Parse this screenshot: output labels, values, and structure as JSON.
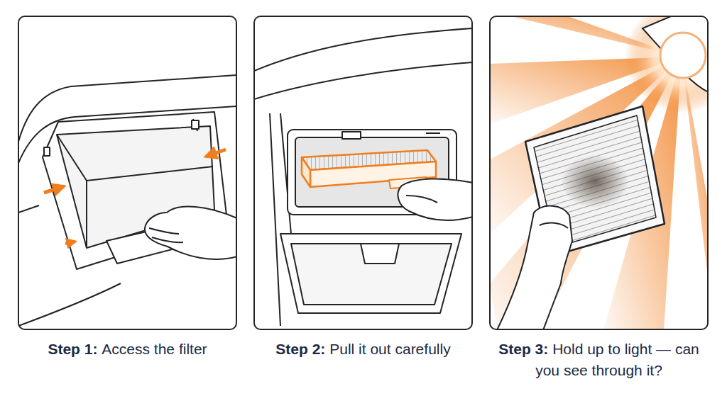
{
  "diagram": {
    "nodes": [
      {
        "text": [
          "Step 1:",
          "Access the filter"
        ]
      },
      {
        "text": [
          "Step 2:",
          "Pull it out carefully"
        ]
      },
      {
        "text": [
          "Step 3:",
          "Hold up to light — can you see through it?"
        ]
      }
    ]
  }
}
